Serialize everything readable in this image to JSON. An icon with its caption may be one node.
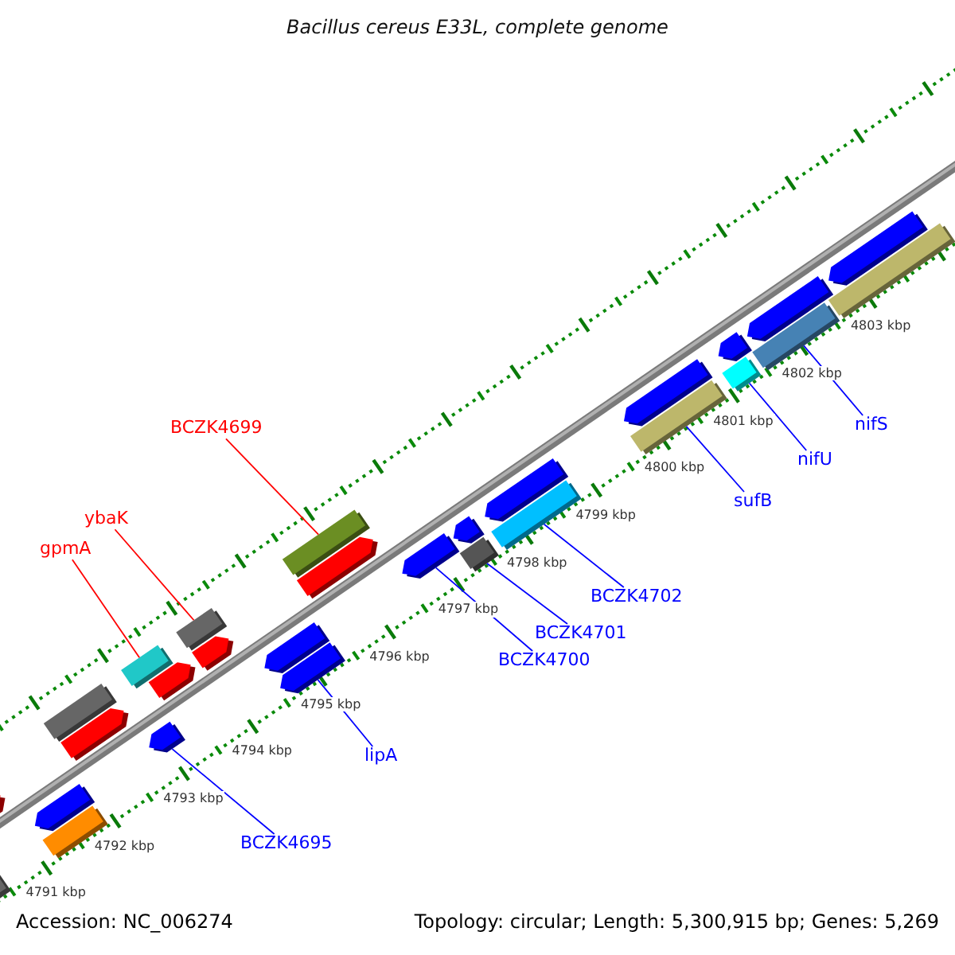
{
  "diagram": {
    "title": "Bacillus cereus E33L, complete genome",
    "nodes": [
      {
        "text": [
          "nifS"
        ]
      },
      {
        "text": [
          "BCZK4699"
        ]
      },
      {
        "text": [
          "nifU"
        ]
      },
      {
        "text": [
          "sufB"
        ]
      },
      {
        "text": [
          "ybaK"
        ]
      },
      {
        "text": [
          "gpmA"
        ]
      },
      {
        "text": [
          "BCZK4702"
        ]
      },
      {
        "text": [
          "BCZK4701"
        ]
      },
      {
        "text": [
          "BCZK4700"
        ]
      },
      {
        "text": [
          "lipA"
        ]
      },
      {
        "text": [
          "BCZK4695"
        ]
      },
      {
        "text": [],
        "shape": "bar"
      },
      {
        "text": [],
        "shape": "arrow"
      },
      {
        "text": [],
        "shape": "bar"
      },
      {
        "text": [],
        "shape": "arrow"
      },
      {
        "text": [],
        "shape": "bar"
      },
      {
        "text": [],
        "shape": "arrow"
      },
      {
        "text": [],
        "shape": "arrow"
      },
      {
        "text": [],
        "shape": "bar"
      },
      {
        "text": [],
        "shape": "arrow"
      },
      {
        "text": [],
        "shape": "bar"
      },
      {
        "text": [],
        "shape": "arrow"
      },
      {
        "text": [],
        "shape": "arrow"
      },
      {
        "text": [],
        "shape": "arrow"
      },
      {
        "text": [],
        "shape": "bar"
      },
      {
        "text": [],
        "shape": "arrow"
      },
      {
        "text": [],
        "shape": "arrow"
      },
      {
        "text": [],
        "shape": "bar"
      },
      {
        "text": [],
        "shape": "arrow"
      },
      {
        "text": [],
        "shape": "bar"
      },
      {
        "text": [],
        "shape": "arrow"
      },
      {
        "text": [],
        "shape": "bar"
      },
      {
        "text": [],
        "shape": "arrow"
      },
      {
        "text": [],
        "shape": "bar"
      },
      {
        "text": [],
        "shape": "arrow"
      },
      {
        "text": [],
        "shape": "bar"
      },
      {
        "text": [],
        "shape": "arrow"
      },
      {
        "text": [],
        "shape": "bar"
      },
      {
        "text": [],
        "shape": "arrow"
      }
    ],
    "edges": [
      {
        "from": 0,
        "to": 35,
        "arrow": "none"
      },
      {
        "from": 1,
        "to": 24,
        "arrow": "none",
        "color": "#ff0000"
      },
      {
        "from": 2,
        "to": 33,
        "arrow": "none"
      },
      {
        "from": 3,
        "to": 31,
        "arrow": "none"
      },
      {
        "from": 4,
        "to": 20,
        "arrow": "none",
        "color": "#ff0000"
      },
      {
        "from": 5,
        "to": 18,
        "arrow": "none",
        "color": "#ff0000"
      },
      {
        "from": 6,
        "to": 29,
        "arrow": "none"
      },
      {
        "from": 7,
        "to": 27,
        "arrow": "none"
      },
      {
        "from": 8,
        "to": 26,
        "arrow": "none"
      },
      {
        "from": 9,
        "to": 23,
        "arrow": "none"
      },
      {
        "from": 10,
        "to": 17,
        "arrow": "none"
      }
    ],
    "labels": [
      "4803 kbp",
      "4802 kbp",
      "4801 kbp",
      "4800 kbp",
      "4799 kbp",
      "4798 kbp",
      "4797 kbp",
      "4796 kbp",
      "4795 kbp",
      "4794 kbp",
      "4793 kbp",
      "4792 kbp",
      "4791 kbp",
      "Accession: NC_006274",
      "Topology: circular; Length: 5,300,915 bp; Genes: 5,269"
    ]
  }
}
